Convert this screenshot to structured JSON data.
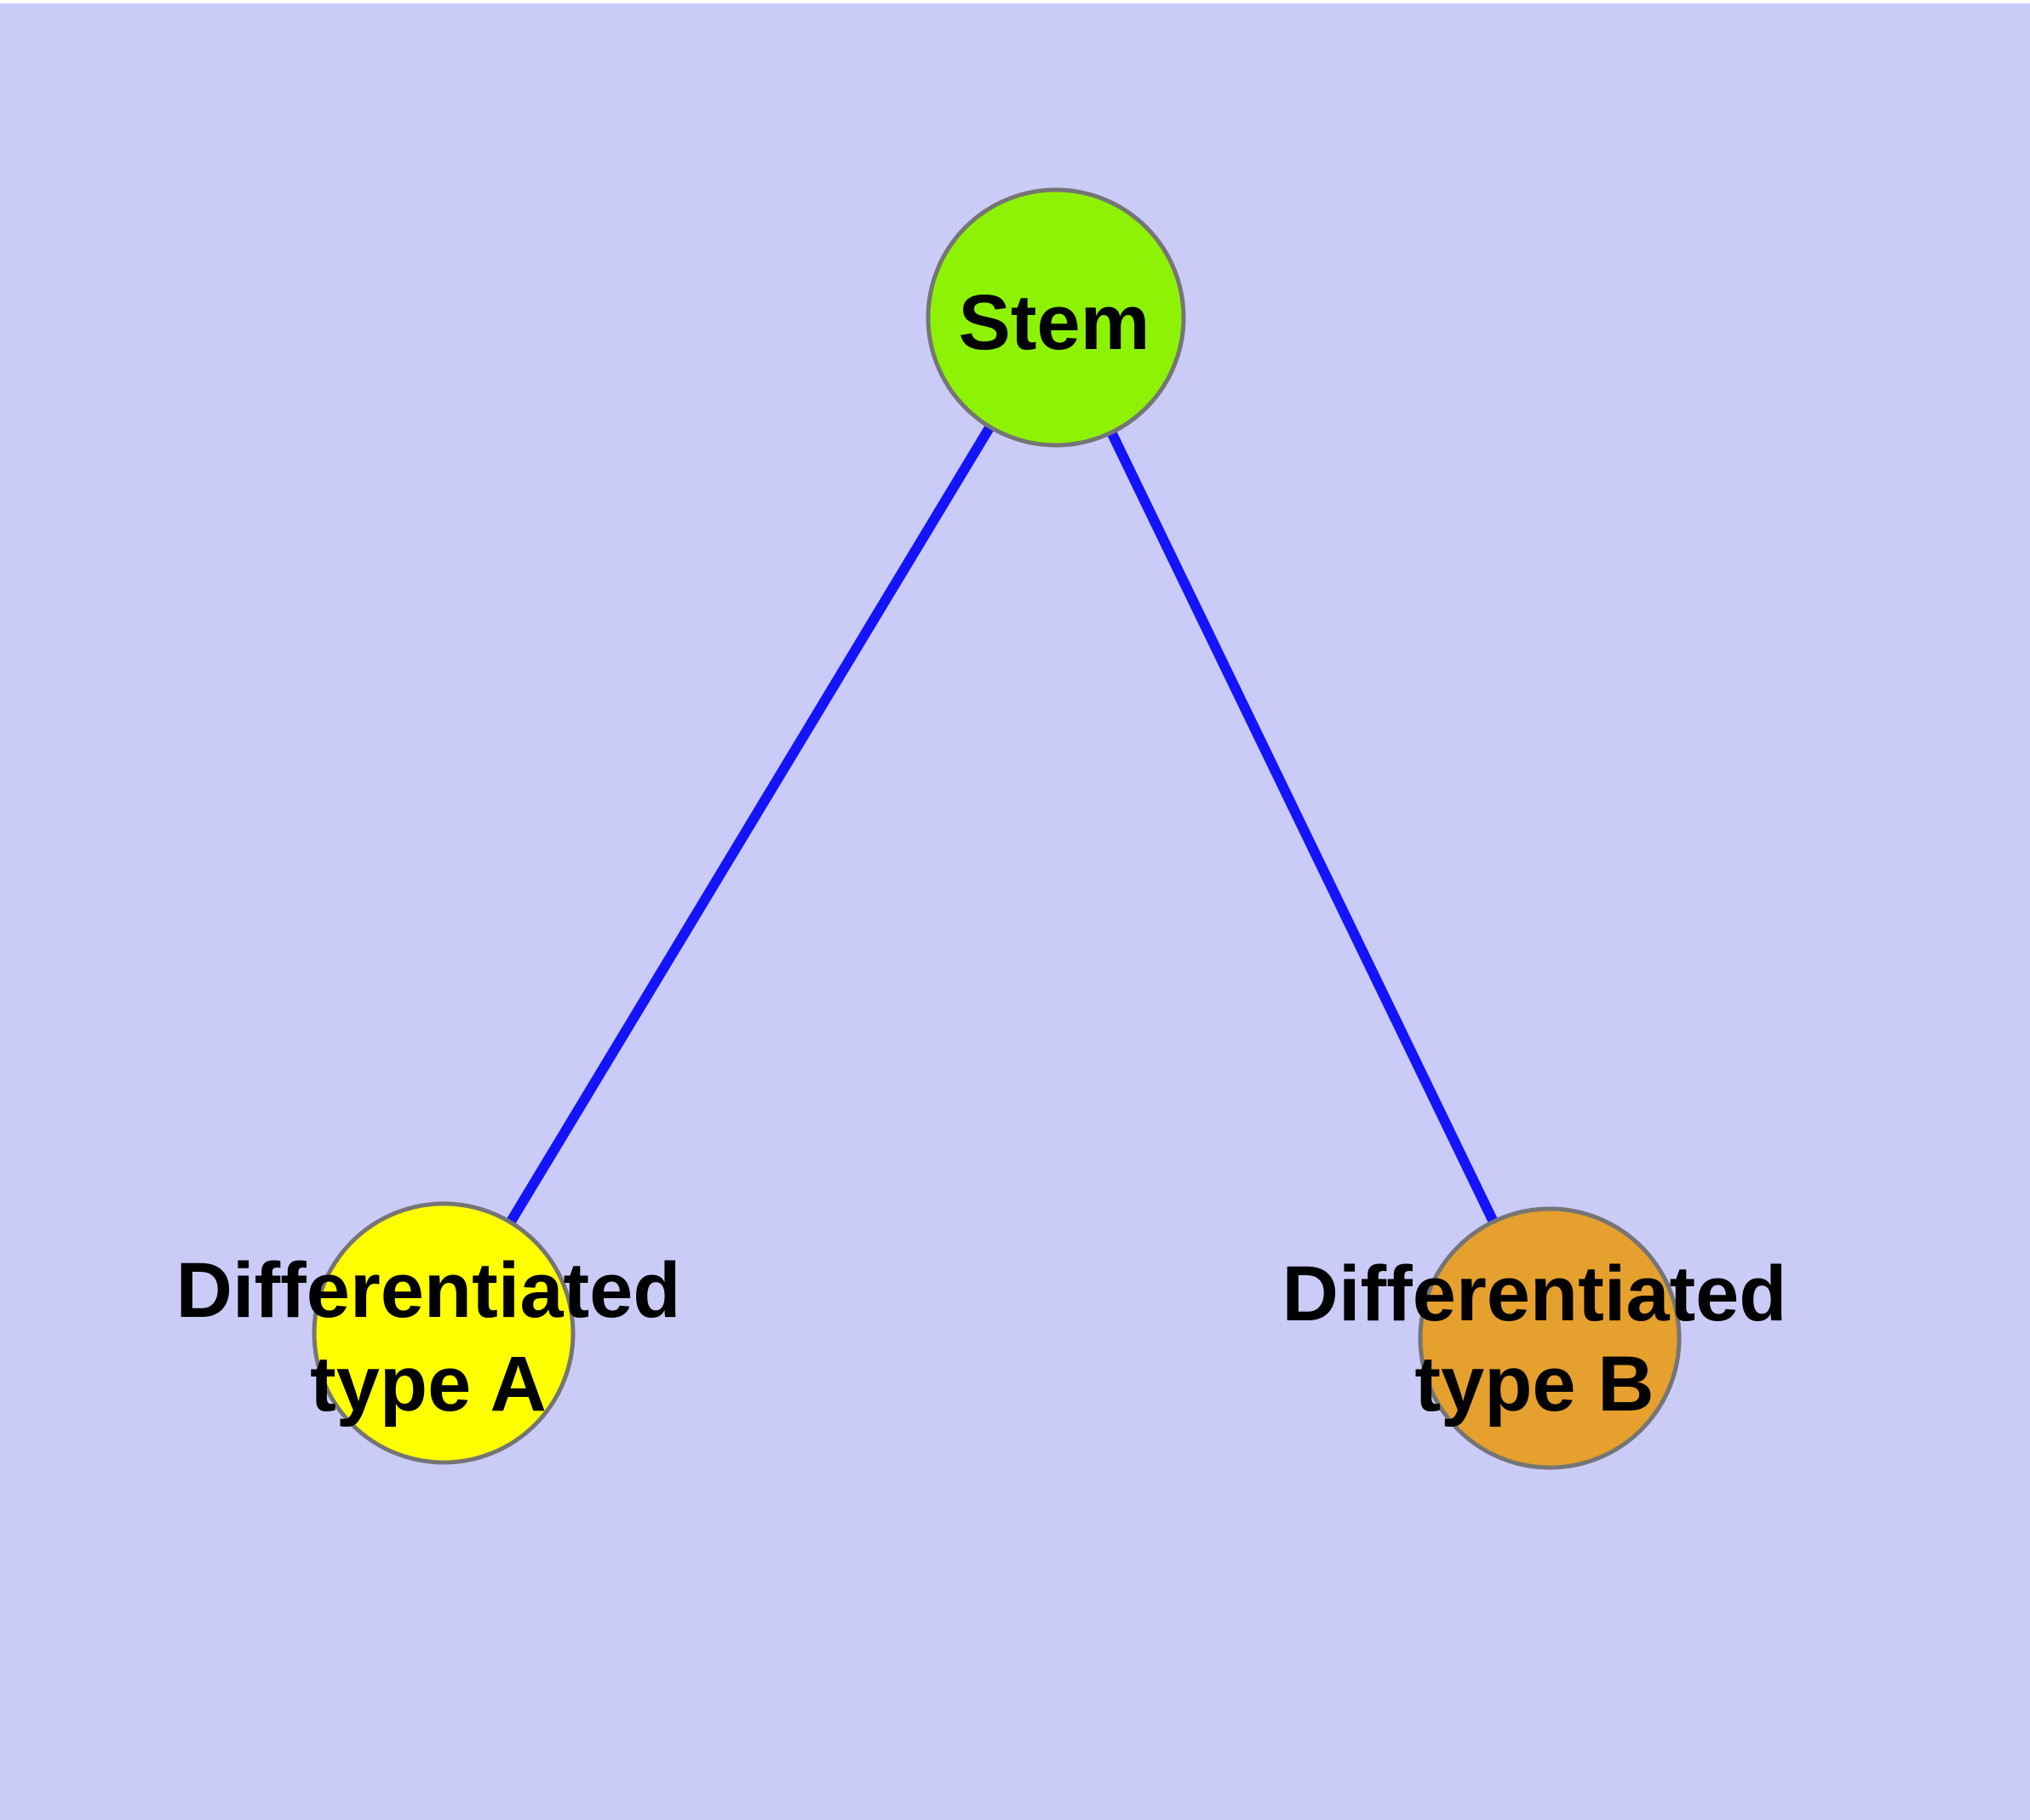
{
  "diagram": {
    "background_color": "#CBCBF7",
    "top_strip_color": "#FFFFFF",
    "edge_color": "#1414FA",
    "edge_width": "12",
    "node_border_color": "#757575",
    "node_border_width": "5",
    "text_color": "#000000",
    "nodes": {
      "stem": {
        "label": "Stem",
        "label_lines": [
          "Stem"
        ],
        "fill": "#8EF204"
      },
      "type_a": {
        "label": "Differentiated type A",
        "label_lines": [
          "Differentiated",
          "type A"
        ],
        "fill": "#FFFF00"
      },
      "type_b": {
        "label": "Differentiated type B",
        "label_lines": [
          "Differentiated",
          "type B"
        ],
        "fill": "#E5A02D"
      }
    },
    "edges": [
      {
        "from": "stem",
        "to": "type_a"
      },
      {
        "from": "stem",
        "to": "type_b"
      }
    ]
  }
}
